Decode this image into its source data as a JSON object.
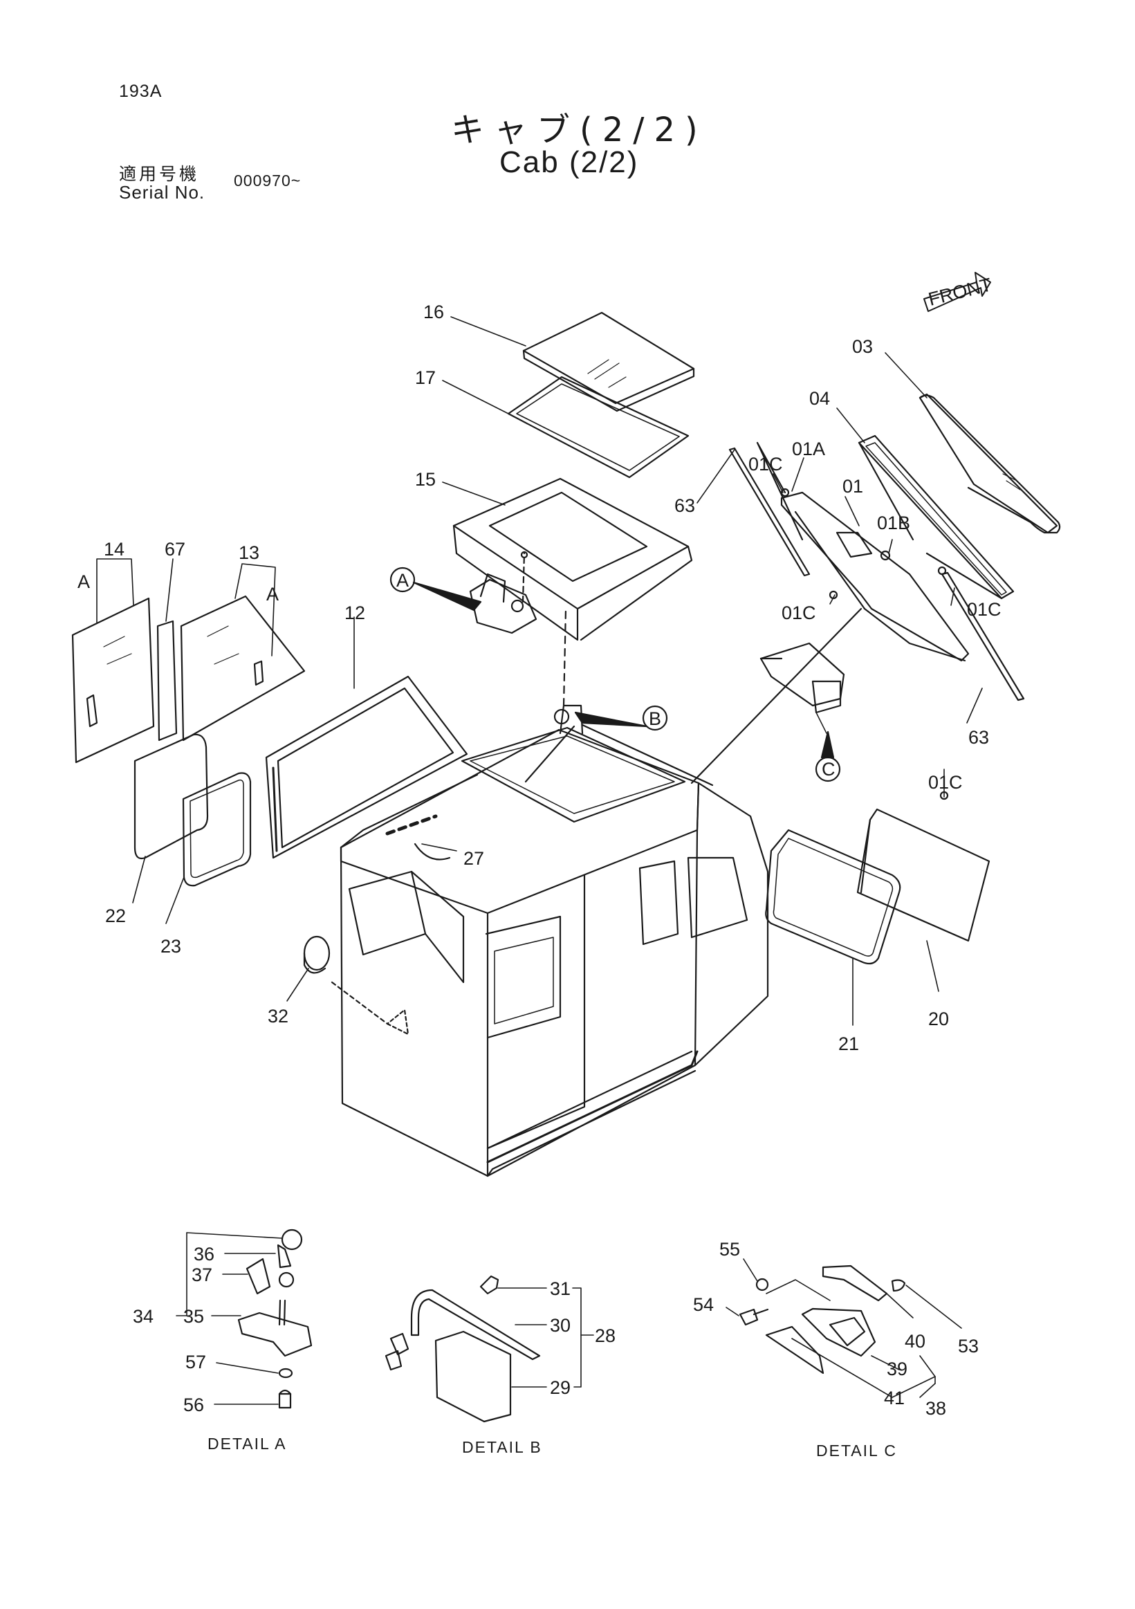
{
  "header": {
    "page_code": "193A",
    "title_jp": "キャブ(2/2)",
    "title_en": "Cab (2/2)",
    "serial_label_jp": "適用号機",
    "serial_label_en": "Serial No.",
    "serial_value": "000970~"
  },
  "front_label": "FRONT",
  "callouts": {
    "c16": "16",
    "c17": "17",
    "c15": "15",
    "c14": "14",
    "c67": "67",
    "c13": "13",
    "c12": "12",
    "c03": "03",
    "c04": "04",
    "c01": "01",
    "c01a": "01A",
    "c01b": "01B",
    "c01c_1": "01C",
    "c01c_2": "01C",
    "c01c_3": "01C",
    "c01c_4": "01C",
    "c63_1": "63",
    "c63_2": "63",
    "c22": "22",
    "c23": "23",
    "c27": "27",
    "c32": "32",
    "c21": "21",
    "c20": "20",
    "c36": "36",
    "c37": "37",
    "c34": "34",
    "c35": "35",
    "c57": "57",
    "c56": "56",
    "c31": "31",
    "c30": "30",
    "c28": "28",
    "c29": "29",
    "c55": "55",
    "c54": "54",
    "c40": "40",
    "c53": "53",
    "c39": "39",
    "c41": "41",
    "c38": "38",
    "a_left": "A",
    "a_right": "A"
  },
  "detail_markers": {
    "a": "A",
    "b": "B",
    "c": "C"
  },
  "detail_labels": {
    "a": "DETAIL A",
    "b": "DETAIL B",
    "c": "DETAIL C"
  }
}
